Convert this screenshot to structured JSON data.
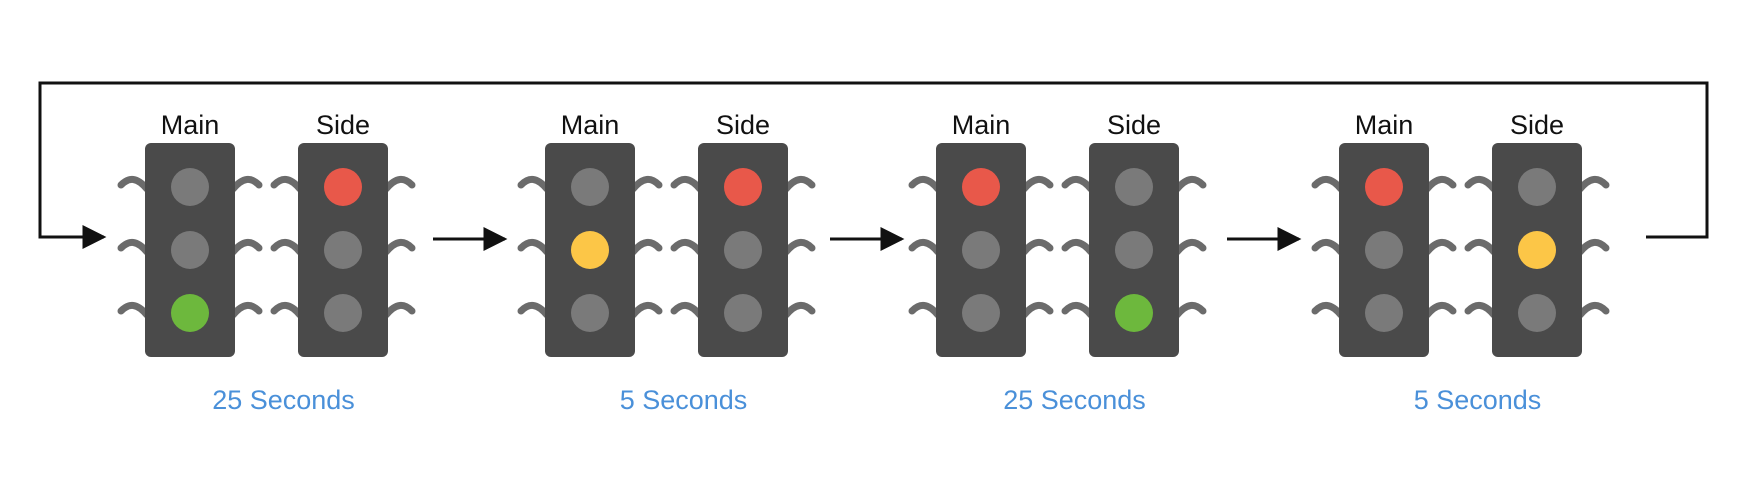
{
  "colors": {
    "housing": "#4a4a4a",
    "unlit": "#7a7a7a",
    "bracket": "#6b6b6b",
    "red": "#e8584a",
    "yellow": "#fcc647",
    "green": "#6db83d",
    "duration_text": "#4a90d9",
    "arrow": "#111111"
  },
  "phases": [
    {
      "duration": "25 Seconds",
      "signals": [
        {
          "label": "Main",
          "lit": "green"
        },
        {
          "label": "Side",
          "lit": "red"
        }
      ]
    },
    {
      "duration": "5 Seconds",
      "signals": [
        {
          "label": "Main",
          "lit": "yellow"
        },
        {
          "label": "Side",
          "lit": "red"
        }
      ]
    },
    {
      "duration": "25 Seconds",
      "signals": [
        {
          "label": "Main",
          "lit": "red"
        },
        {
          "label": "Side",
          "lit": "green"
        }
      ]
    },
    {
      "duration": "5 Seconds",
      "signals": [
        {
          "label": "Main",
          "lit": "red"
        },
        {
          "label": "Side",
          "lit": "yellow"
        }
      ]
    }
  ]
}
